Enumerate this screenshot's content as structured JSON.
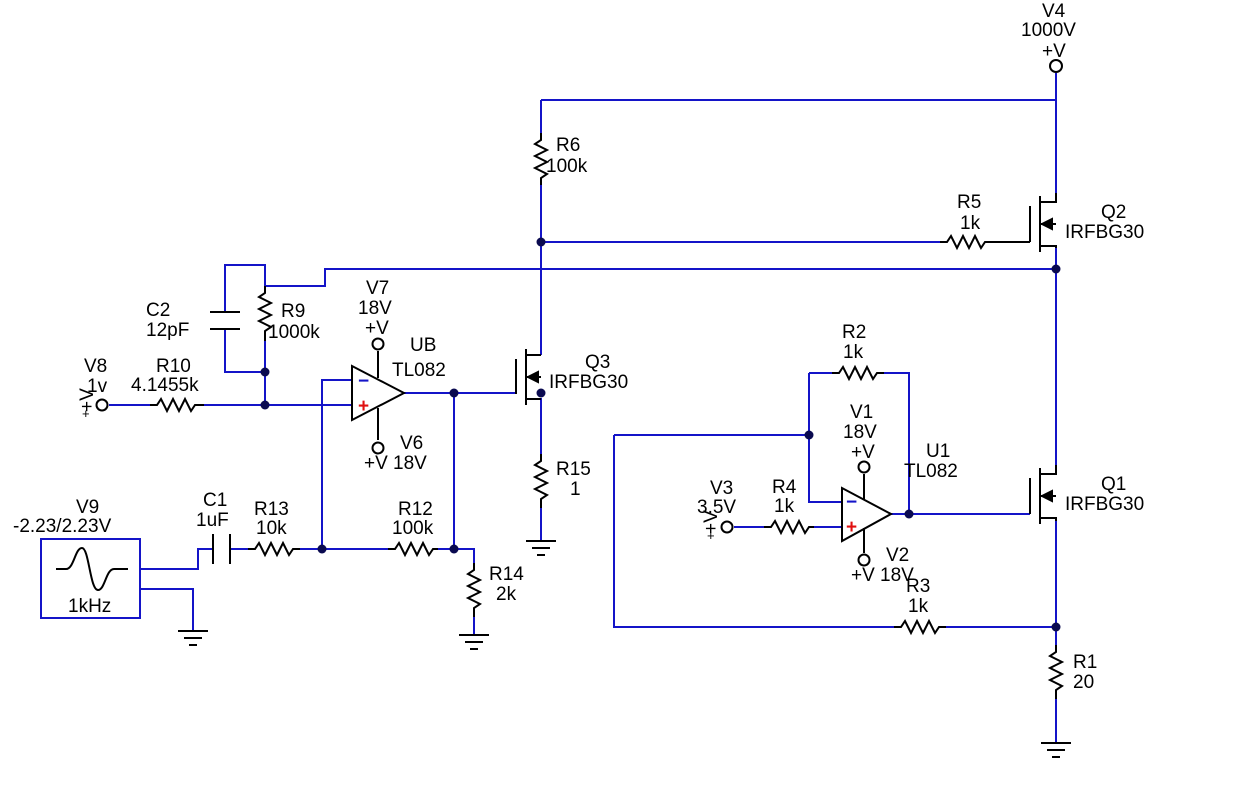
{
  "components": {
    "V4": {
      "name": "V4",
      "value": "1000V",
      "type": "+V"
    },
    "V7": {
      "name": "V7",
      "value": "18V",
      "type": "+V"
    },
    "V6": {
      "name": "V6",
      "value": "18V",
      "type": "+V"
    },
    "V1": {
      "name": "V1",
      "value": "18V",
      "type": "+V"
    },
    "V2": {
      "name": "V2",
      "value": "18V",
      "type": "+V"
    },
    "V8": {
      "name": "V8",
      "value": "1v",
      "type": "+V"
    },
    "V3": {
      "name": "V3",
      "value": "3.5V",
      "type": "+V"
    },
    "V9": {
      "name": "V9",
      "value": "-2.23/2.23V",
      "freq": "1kHz"
    },
    "R1": {
      "name": "R1",
      "value": "20"
    },
    "R2": {
      "name": "R2",
      "value": "1k"
    },
    "R3": {
      "name": "R3",
      "value": "1k"
    },
    "R4": {
      "name": "R4",
      "value": "1k"
    },
    "R5": {
      "name": "R5",
      "value": "1k"
    },
    "R6": {
      "name": "R6",
      "value": "100k"
    },
    "R9": {
      "name": "R9",
      "value": "1000k"
    },
    "R10": {
      "name": "R10",
      "value": "4.1455k"
    },
    "R12": {
      "name": "R12",
      "value": "100k"
    },
    "R13": {
      "name": "R13",
      "value": "10k"
    },
    "R14": {
      "name": "R14",
      "value": "2k"
    },
    "R15": {
      "name": "R15",
      "value": "1"
    },
    "C1": {
      "name": "C1",
      "value": "1uF"
    },
    "C2": {
      "name": "C2",
      "value": "12pF"
    },
    "UB": {
      "name": "UB",
      "part": "TL082"
    },
    "U1": {
      "name": "U1",
      "part": "TL082"
    },
    "Q1": {
      "name": "Q1",
      "part": "IRFBG30"
    },
    "Q2": {
      "name": "Q2",
      "part": "IRFBG30"
    },
    "Q3": {
      "name": "Q3",
      "part": "IRFBG30"
    }
  },
  "symbols": {
    "plus": "+",
    "minus": "−",
    "vplus": "+V",
    "plus_small": "+"
  },
  "colors": {
    "wire": "#1414c8",
    "node": "#0a0a50",
    "opamp_plus": "#e01010",
    "opamp_minus": "#1414c8"
  }
}
